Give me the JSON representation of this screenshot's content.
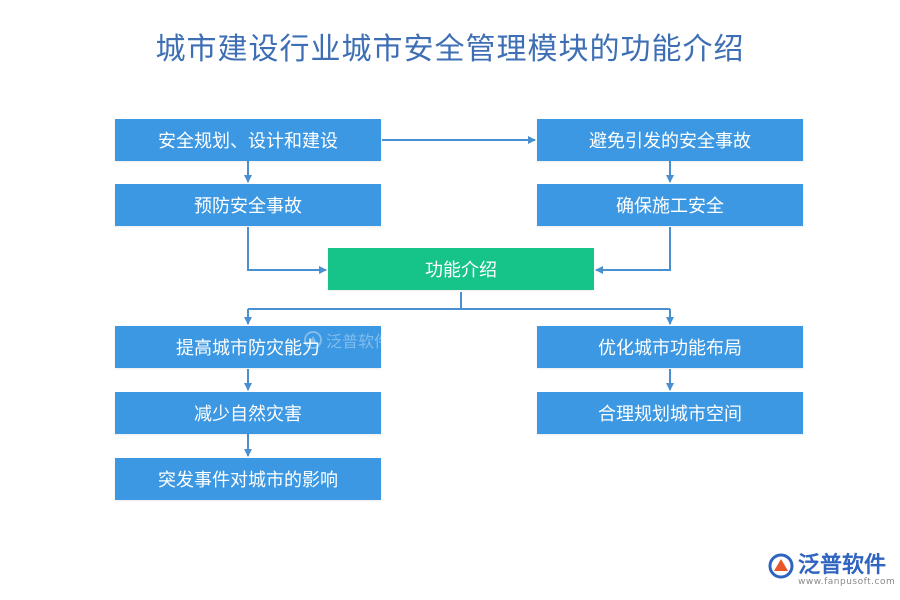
{
  "title": "城市建设行业城市安全管理模块的功能介绍",
  "nodes": {
    "top_left": "安全规划、设计和建设",
    "top_right": "避免引发的安全事故",
    "mid_left": "预防安全事故",
    "mid_right": "确保施工安全",
    "center": "功能介绍",
    "bottom_left_1": "提高城市防灾能力",
    "bottom_left_2": "减少自然灾害",
    "bottom_left_3": "突发事件对城市的影响",
    "bottom_right_1": "优化城市功能布局",
    "bottom_right_2": "合理规划城市空间"
  },
  "watermark": {
    "name": "泛普软件",
    "url": "www.fanpusoft.com"
  },
  "colors": {
    "box_blue": "#3c98e2",
    "box_green": "#16c388",
    "connector": "#4a8fd0",
    "title": "#3e6fb4"
  }
}
